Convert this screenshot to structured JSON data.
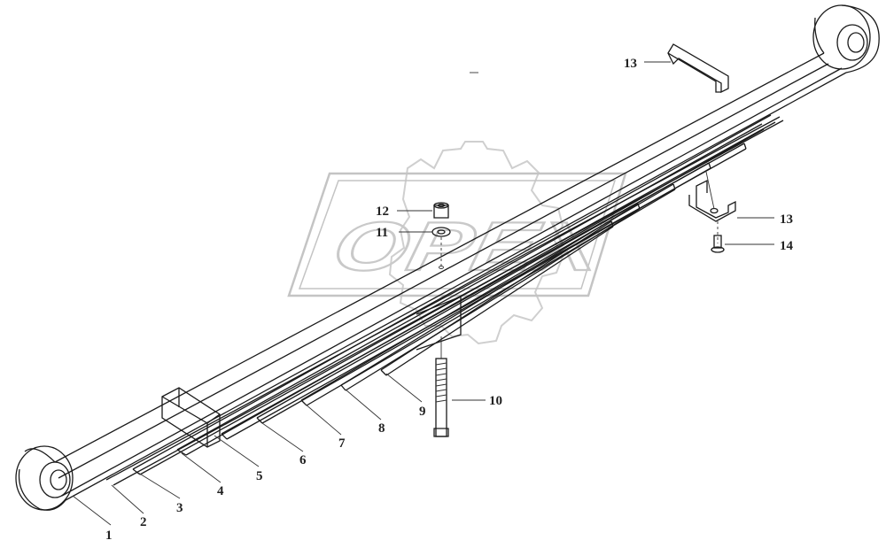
{
  "watermark": {
    "text": "OPEX",
    "color": "#c9c9c9"
  },
  "callouts": [
    {
      "id": "p1",
      "label": "1"
    },
    {
      "id": "p2",
      "label": "2"
    },
    {
      "id": "p3",
      "label": "3"
    },
    {
      "id": "p4",
      "label": "4"
    },
    {
      "id": "p5",
      "label": "5"
    },
    {
      "id": "p6",
      "label": "6"
    },
    {
      "id": "p7",
      "label": "7"
    },
    {
      "id": "p8",
      "label": "8"
    },
    {
      "id": "p9",
      "label": "9"
    },
    {
      "id": "p10",
      "label": "10"
    },
    {
      "id": "p11",
      "label": "11"
    },
    {
      "id": "p12",
      "label": "12"
    },
    {
      "id": "p13a",
      "label": "13"
    },
    {
      "id": "p13b",
      "label": "13"
    },
    {
      "id": "p14",
      "label": "14"
    }
  ],
  "colors": {
    "line": "#1a1a1a",
    "watermark": "#c9c9c9",
    "background": "#ffffff"
  }
}
